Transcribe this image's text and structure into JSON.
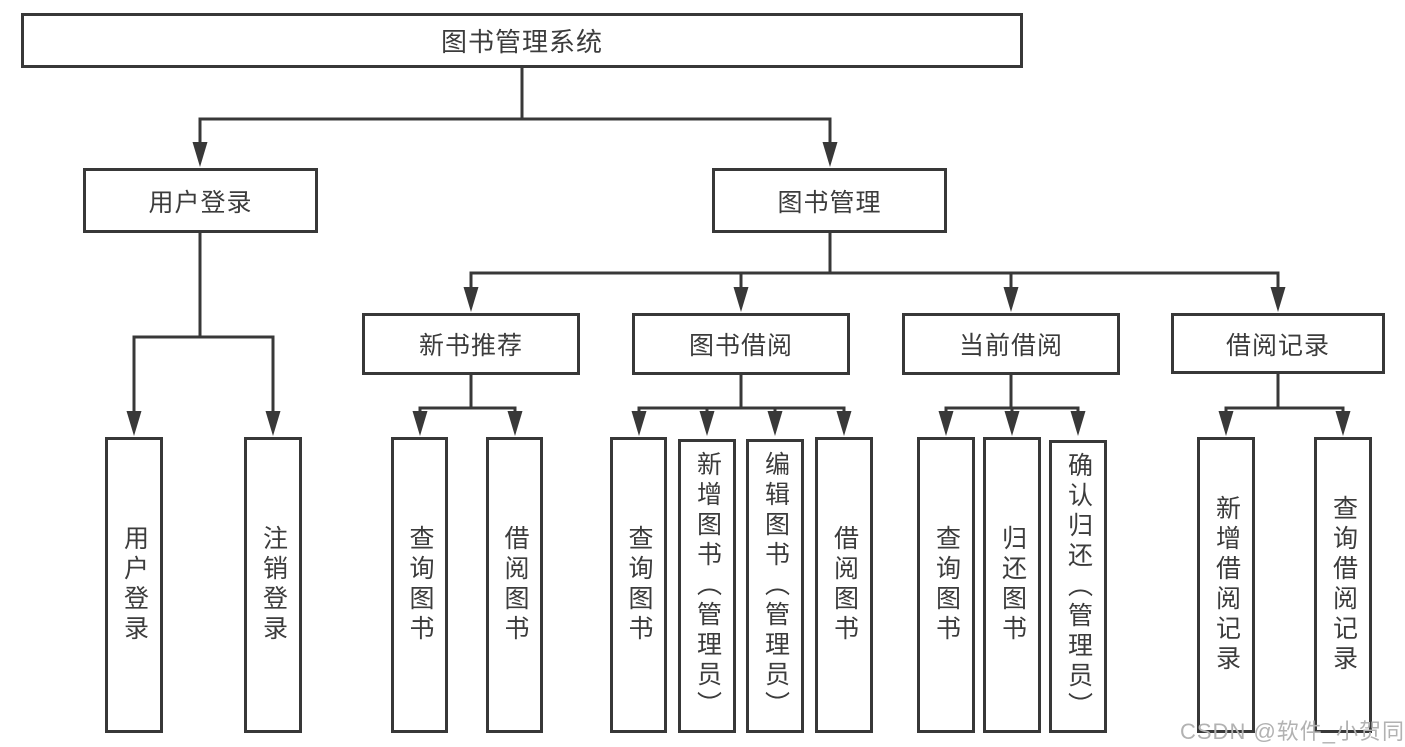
{
  "diagram": {
    "type": "hierarchy-tree",
    "background": "#ffffff",
    "line_color": "#383838",
    "text_color": "#3c3c3c"
  },
  "nodes": {
    "root": {
      "label": "图书管理系统"
    },
    "user_login": {
      "label": "用户登录"
    },
    "book_mgmt": {
      "label": "图书管理"
    },
    "new_books": {
      "label": "新书推荐"
    },
    "book_borrow": {
      "label": "图书借阅"
    },
    "current_borrow": {
      "label": "当前借阅"
    },
    "borrow_records": {
      "label": "借阅记录"
    },
    "leaf_user_login": {
      "label": "用户登录"
    },
    "leaf_logout": {
      "label": "注销登录"
    },
    "leaf_nb_query": {
      "label": "查询图书"
    },
    "leaf_nb_borrow": {
      "label": "借阅图书"
    },
    "leaf_bb_query": {
      "label": "查询图书"
    },
    "leaf_bb_add": {
      "label": "新增图书（管理员）"
    },
    "leaf_bb_edit": {
      "label": "编辑图书（管理员）"
    },
    "leaf_bb_borrow": {
      "label": "借阅图书"
    },
    "leaf_cb_query": {
      "label": "查询图书"
    },
    "leaf_cb_return": {
      "label": "归还图书"
    },
    "leaf_cb_confirm": {
      "label": "确认归还（管理员）"
    },
    "leaf_br_add": {
      "label": "新增借阅记录"
    },
    "leaf_br_query": {
      "label": "查询借阅记录"
    }
  },
  "watermark": {
    "text": "CSDN @软件_小贺同学",
    "color": "#b2b2b2"
  }
}
